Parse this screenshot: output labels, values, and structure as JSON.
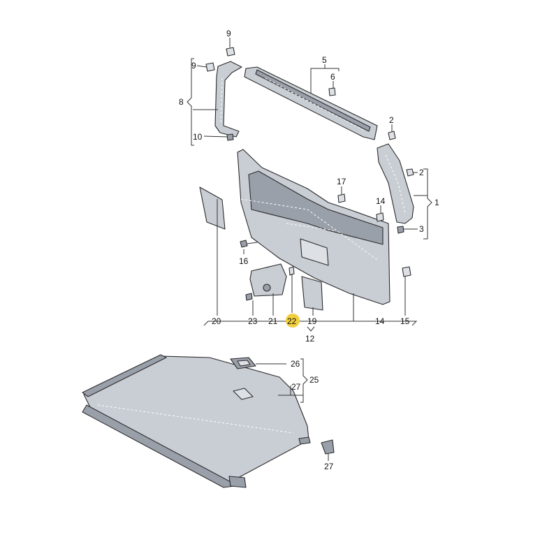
{
  "labels": {
    "p1": "1",
    "p2a": "2",
    "p2b": "2",
    "p3": "3",
    "p5": "5",
    "p6": "6",
    "p8": "8",
    "p9a": "9",
    "p9b": "9",
    "p10": "10",
    "p12": "12",
    "p14a": "14",
    "p14b": "14",
    "p15": "15",
    "p16": "16",
    "p17": "17",
    "p19": "19",
    "p20": "20",
    "p21": "21",
    "p22": "22",
    "p23": "23",
    "p25": "25",
    "p26": "26",
    "p27a": "27",
    "p27b": "27"
  },
  "highlight_color": "#f2cf3f"
}
